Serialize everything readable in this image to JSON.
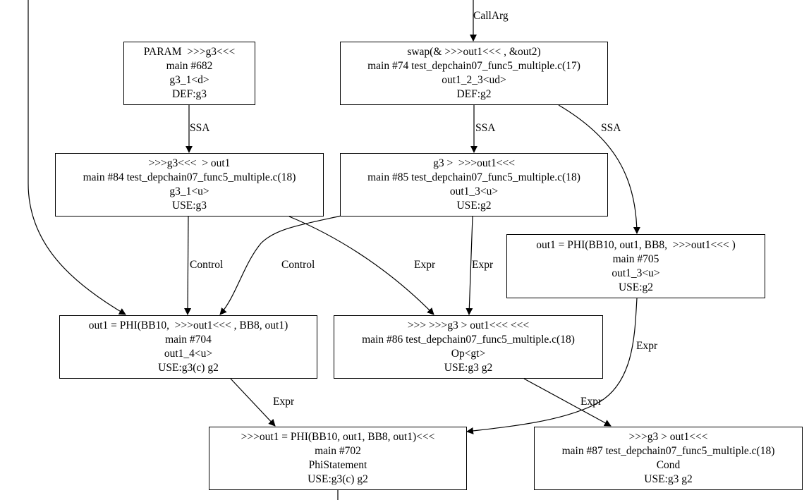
{
  "nodes": {
    "param": [
      "PARAM  >>>g3<<<",
      "main #682",
      "g3_1<d>",
      "DEF:g3"
    ],
    "swap": [
      "swap(& >>>out1<<< , &out2)",
      "main #74 test_depchain07_func5_multiple.c(17)",
      "out1_2_3<ud>",
      "DEF:g2"
    ],
    "use84": [
      ">>>g3<<<  > out1",
      "main #84 test_depchain07_func5_multiple.c(18)",
      "g3_1<u>",
      "USE:g3"
    ],
    "use85": [
      "g3 >  >>>out1<<<",
      "main #85 test_depchain07_func5_multiple.c(18)",
      "out1_3<u>",
      "USE:g2"
    ],
    "phi705": [
      "out1 = PHI(BB10, out1, BB8,  >>>out1<<< )",
      "main #705",
      "out1_3<u>",
      "USE:g2"
    ],
    "phi704": [
      "out1 = PHI(BB10,  >>>out1<<< , BB8, out1)",
      "main #704",
      "out1_4<u>",
      "USE:g3(c) g2"
    ],
    "op86": [
      ">>> >>>g3 > out1<<< <<<",
      "main #86 test_depchain07_func5_multiple.c(18)",
      "Op<gt>",
      "USE:g3 g2"
    ],
    "phi702": [
      ">>>out1 = PHI(BB10, out1, BB8, out1)<<<",
      "main #702",
      "PhiStatement",
      "USE:g3(c) g2"
    ],
    "cond87": [
      ">>>g3 > out1<<<",
      "main #87 test_depchain07_func5_multiple.c(18)",
      "Cond",
      "USE:g3 g2"
    ]
  },
  "edge_labels": {
    "callarg": "CallArg",
    "ssa_param_84": "SSA",
    "ssa_swap_85": "SSA",
    "ssa_swap_705": "SSA",
    "control_84_704": "Control",
    "control_85_704": "Control",
    "expr_84_86": "Expr",
    "expr_85_86": "Expr",
    "expr_705_702": "Expr",
    "expr_704_702": "Expr",
    "expr_86_87": "Expr"
  }
}
